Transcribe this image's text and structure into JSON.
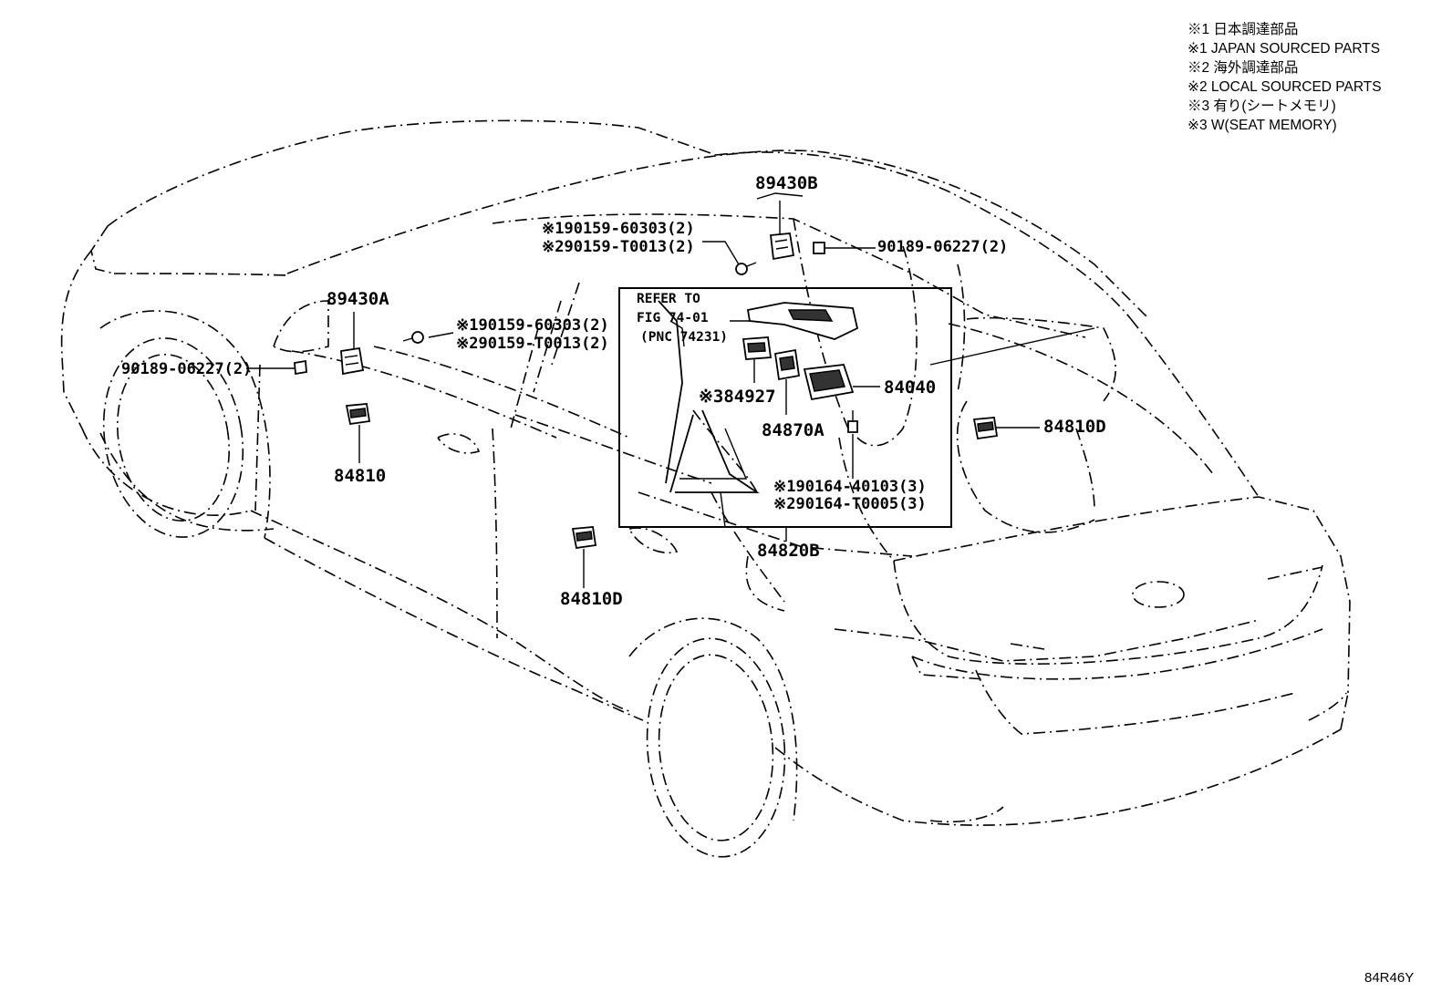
{
  "legend": [
    "※1 日本調達部品",
    "※1 JAPAN SOURCED PARTS",
    "※2 海外調達部品",
    "※2 LOCAL SOURCED PARTS",
    "※3 有り(シートメモリ)",
    "※3 W(SEAT MEMORY)"
  ],
  "figure_code": "84R46Y",
  "labels": {
    "p89430b": "89430B",
    "p89430b_bolt1": "※190159-60303(2)",
    "p89430b_bolt2": "※290159-T0013(2)",
    "p89430b_nut": "90189-06227(2)",
    "p89430a": "89430A",
    "p89430a_bolt1": "※190159-60303(2)",
    "p89430a_bolt2": "※290159-T0013(2)",
    "p89430a_nut": "90189-06227(2)",
    "p84810": "84810",
    "p84810d_left": "84810D",
    "p84810d_right": "84810D",
    "refer_line1": "REFER TO",
    "refer_line2": "FIG 74-01",
    "refer_line3": "(PNC 74231)",
    "p84927": "※384927",
    "p84870a": "84870A",
    "p84040": "84040",
    "screw1": "※190164-40103(3)",
    "screw2": "※290164-T0005(3)",
    "p84820b": "84820B"
  }
}
